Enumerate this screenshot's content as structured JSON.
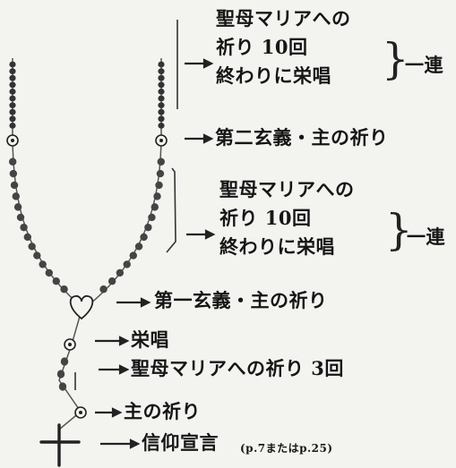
{
  "groups": [
    {
      "line1": "聖母マリアへの",
      "line2": "祈り 10回",
      "line3": "終わりに栄唱",
      "brace_label": "一連"
    },
    {
      "line1": "聖母マリアへの",
      "line2": "祈り 10回",
      "line3": "終わりに栄唱",
      "brace_label": "一連"
    }
  ],
  "labels": {
    "second_mystery": "第二玄義・主の祈り",
    "first_mystery": "第一玄義・主の祈り",
    "glory_be": "栄唱",
    "hail_mary_three": "聖母マリアへの祈り 3回",
    "our_father": "主の祈り",
    "creed": "信仰宣言",
    "creed_ref": "(p.7またはp.25)"
  },
  "arrow_glyph": "→",
  "colors": {
    "bead": "#333333",
    "chain": "#555555",
    "text": "#161616",
    "paper": "#f3f3f0"
  }
}
